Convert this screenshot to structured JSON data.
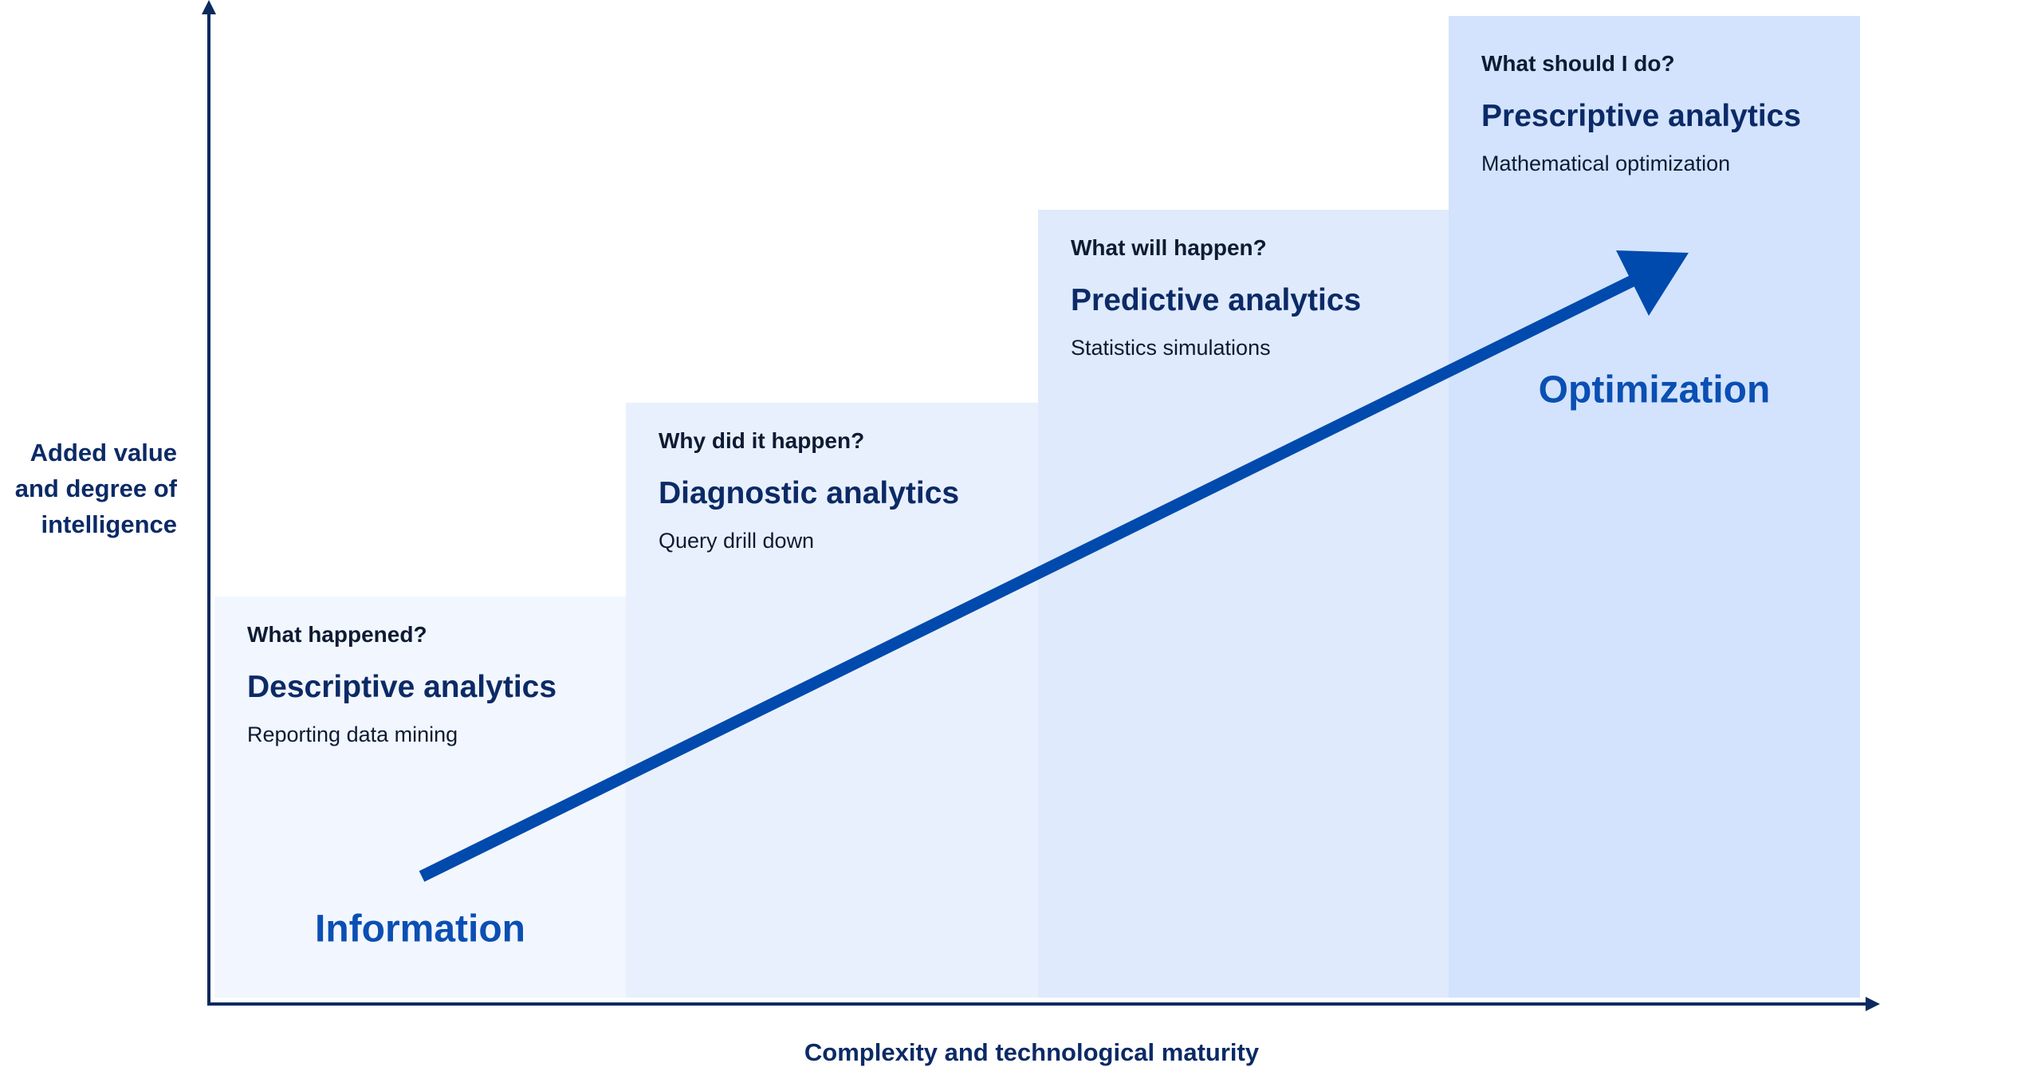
{
  "axes": {
    "y_label_lines": [
      "Added value",
      "and degree of",
      "intelligence"
    ],
    "x_label": "Complexity and technological maturity"
  },
  "stages": [
    {
      "question": "What happened?",
      "title": "Descriptive analytics",
      "subtitle": "Reporting data mining",
      "color": "#f2f6fe"
    },
    {
      "question": "Why did it happen?",
      "title": "Diagnostic analytics",
      "subtitle": "Query drill down",
      "color": "#e9f0fd"
    },
    {
      "question": "What will happen?",
      "title": "Predictive analytics",
      "subtitle": "Statistics simulations",
      "color": "#dfeafc"
    },
    {
      "question": "What should I do?",
      "title": "Prescriptive analytics",
      "subtitle": "Mathematical optimization",
      "color": "#d3e3fd"
    }
  ],
  "arrow": {
    "start_label": "Information",
    "end_label": "Optimization",
    "color": "#004aad"
  },
  "axis_color": "#0b2a5e"
}
